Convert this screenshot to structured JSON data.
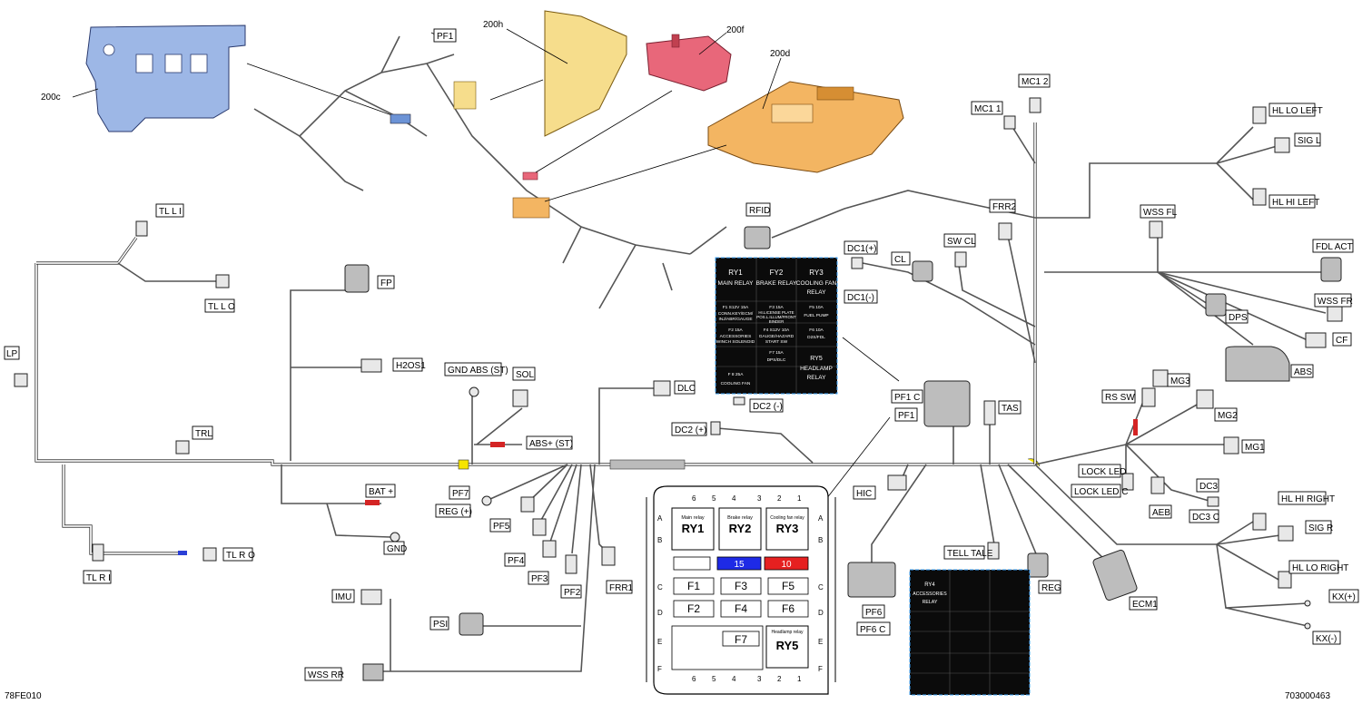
{
  "footer": {
    "left_code": "78FE010",
    "right_code": "703000463"
  },
  "callouts": {
    "c200c": "200c",
    "c200h": "200h",
    "c200f": "200f",
    "c200d": "200d",
    "pf1_top": "PF1"
  },
  "labels": {
    "mc1_2": "MC1 2",
    "mc1_1": "MC1 1",
    "hl_lo_left": "HL LO LEFT",
    "sig_l": "SIG L",
    "hl_hi_left": "HL HI LEFT",
    "wss_fl": "WSS FL",
    "fdl_act": "FDL ACT",
    "wss_fr": "WSS FR",
    "dps": "DPS",
    "cf": "CF",
    "abs": "ABS",
    "mg3": "MG3",
    "mg2": "MG2",
    "mg1": "MG1",
    "rs_sw": "RS SW",
    "lock_led": "LOCK LED",
    "lock_led_c": "LOCK LED C",
    "aeb": "AEB",
    "dc3": "DC3",
    "dc3_c": "DC3 C",
    "hl_hi_right": "HL HI RIGHT",
    "sig_r": "SIG R",
    "hl_lo_right": "HL LO RIGHT",
    "kx_plus": "KX(+)",
    "kx_minus": "KX(-)",
    "ecm1": "ECM1",
    "reg": "REG",
    "tell_tale": "TELL TALE",
    "pf6": "PF6",
    "pf6_c": "PF6 C",
    "hic": "HIC",
    "tas": "TAS",
    "pf1_c": "PF1 C",
    "pf1": "PF1",
    "frr2": "FRR2",
    "sw_cl": "SW CL",
    "cl": "CL",
    "dc1_plus": "DC1(+)",
    "dc1_minus": "DC1(-)",
    "rfid": "RFID",
    "tl_l_i": "TL L I",
    "tl_l_o": "TL L O",
    "fp": "FP",
    "lp": "LP",
    "h2os1": "H2OS1",
    "trl": "TRL",
    "gnd_abs_st": "GND ABS (ST)",
    "sol": "SOL",
    "abs_plus_st": "ABS+ (ST)",
    "dlc": "DLC",
    "dc2_minus": "DC2 (-)",
    "dc2_plus": "DC2 (+)",
    "bat_plus": "BAT +",
    "gnd": "GND",
    "pf7": "PF7",
    "reg_plus": "REG (+)",
    "pf5": "PF5",
    "pf4": "PF4",
    "pf3": "PF3",
    "pf2": "PF2",
    "frr1": "FRR1",
    "tl_r_o": "TL R O",
    "tl_r_i": "TL R I",
    "imu": "IMU",
    "psi": "PSI",
    "wss_rr": "WSS RR"
  },
  "fuse_panel_1": {
    "ry1": "RY1",
    "ry1_name": "MAIN RELAY",
    "ry2": "FY2",
    "ry2_name": "BRAKE RELAY",
    "ry3": "RY3",
    "ry3_name1": "COOLING FAN",
    "ry3_name2": "RELAY",
    "f1_head": "F1   S12V   15A",
    "f1_l1": "CONN.KEY/ECM/",
    "f1_l2": "INJ/ABR/GAUGE",
    "f3_head": "F3           15A",
    "f3_l1": "HI.LICENSE PLATE",
    "f3_l2": "POS.L.ILLUM/FRONT",
    "f3_l3": "BINDER",
    "f5_head": "F5           10A",
    "f5_l1": "FUEL PUMP",
    "f2_head": "F2           15A",
    "f2_l1": "ACCESSORIES",
    "f2_l2": "WINCH SOLENOID",
    "f4_head": "F4   S12V   10A",
    "f4_l1": "GAUGE/HAZARD",
    "f4_l2": "START SW",
    "f6_head": "F6           10A",
    "f6_l1": "D2S/FDL",
    "f7_head": "F7           15A",
    "f7_l1": "DPS/DLC",
    "f8_head": "F 8         25A",
    "f8_l1": "COOLING FAN",
    "ry5": "RY5",
    "ry5_name1": "HEADLAMP",
    "ry5_name2": "RELAY"
  },
  "fuse_panel_2": {
    "ry4": "RY4",
    "ry4_name1": "ACCESSORIES",
    "ry4_name2": "RELAY"
  },
  "fuse_box": {
    "top_cols": [
      "6",
      "5",
      "4",
      "3",
      "2",
      "1"
    ],
    "rows": [
      "A",
      "B",
      "C",
      "D",
      "E",
      "F"
    ],
    "ry1": "RY1",
    "ry1_cap": "Main relay",
    "ry2": "RY2",
    "ry2_cap": "Brake relay",
    "ry3": "RY3",
    "ry3_cap": "Cooling fan relay",
    "spare15": "15",
    "spare10": "10",
    "f1": "F1",
    "f3": "F3",
    "f5": "F5",
    "f2": "F2",
    "f4": "F4",
    "f6": "F6",
    "f7": "F7",
    "ry5": "RY5",
    "ry5_cap": "Headlamp relay",
    "colors": {
      "spare15": "#1e2ae6",
      "spare10": "#e62020"
    }
  },
  "colors": {
    "bracket_blue": "#9db7e6",
    "shield_yellow": "#f6dd8c",
    "cover_red": "#e8677a",
    "base_orange": "#f3b562",
    "panel_bg": "#0b0b0b",
    "panel_border": "#3fa7ff",
    "marker_yellow": "#f6e400"
  }
}
